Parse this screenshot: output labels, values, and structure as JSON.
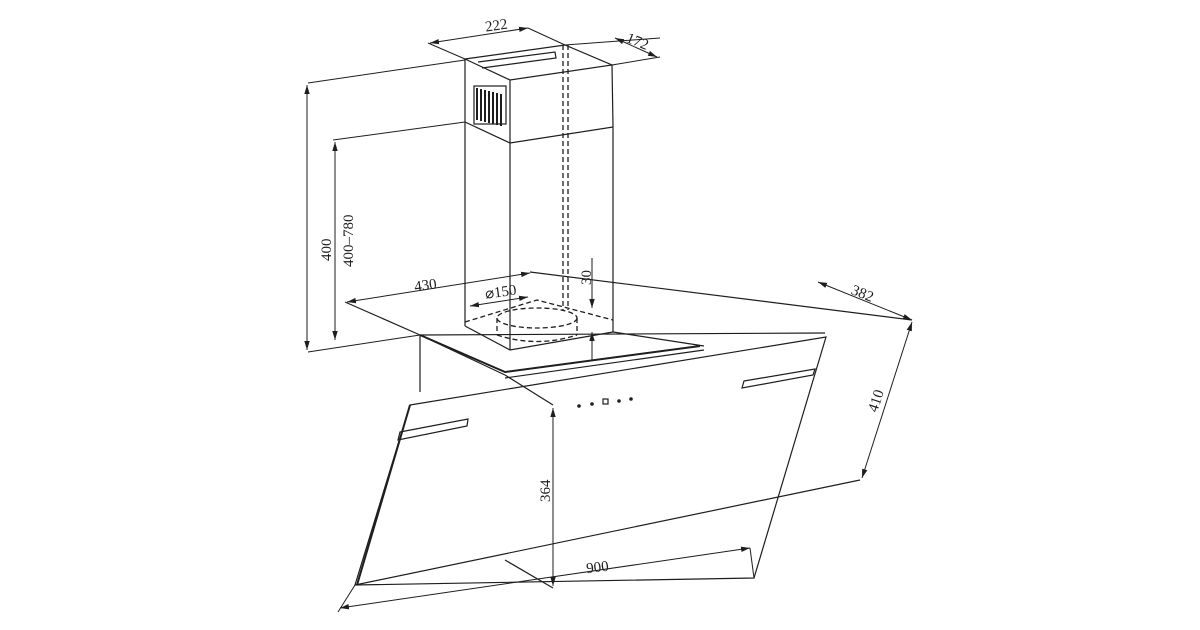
{
  "title": "Cooker hood dimension drawing",
  "dimensions": {
    "chimney_width": "222",
    "chimney_depth": "172",
    "chimney_height_range": "400–780",
    "chimney_lower_height": "400",
    "top_plate_width": "430",
    "outlet_diameter": "⌀150",
    "outlet_offset": "30",
    "hood_depth": "382",
    "glass_height": "410",
    "front_height": "364",
    "hood_width": "900"
  },
  "colors": {
    "line": "#1e1e1e",
    "background": "#ffffff"
  }
}
